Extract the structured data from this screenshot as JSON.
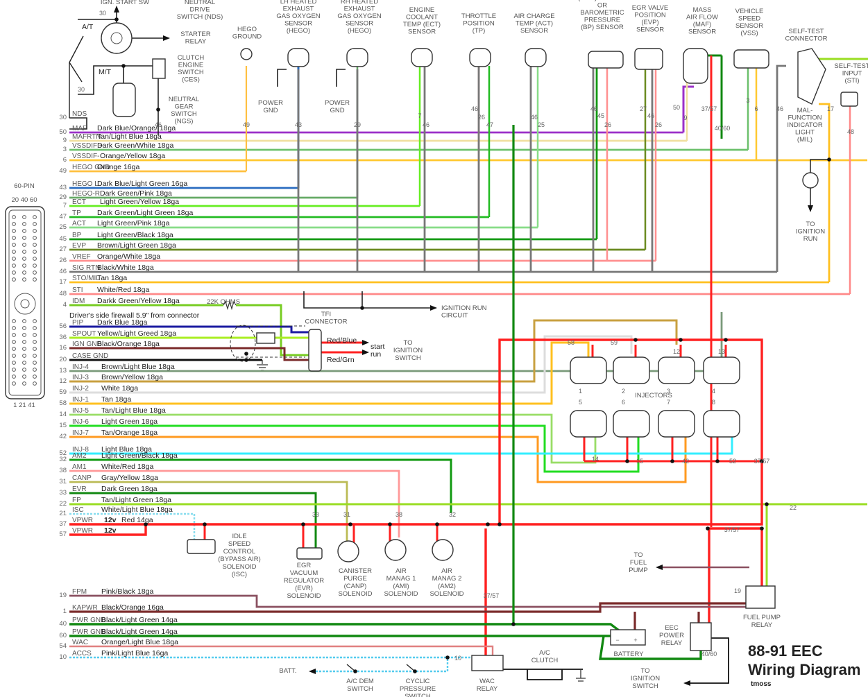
{
  "title": {
    "line1": "88-91 EEC",
    "line2": "Wiring Diagram",
    "author": "tmoss"
  },
  "ecu_connector": {
    "label": "60-PIN",
    "top_pins": "20  40  60",
    "bottom_pins": "1  21  41"
  },
  "top_components": [
    {
      "id": "ign-start-sw",
      "lines": [
        "IGN. START SW"
      ]
    },
    {
      "id": "nds",
      "lines": [
        "NEUTRAL",
        "DRIVE",
        "SWITCH (NDS)"
      ]
    },
    {
      "id": "starter-relay",
      "lines": [
        "STARTER",
        "RELAY"
      ]
    },
    {
      "id": "ces",
      "lines": [
        "CLUTCH",
        "ENGINE",
        "SWITCH",
        "(CES)"
      ]
    },
    {
      "id": "ngs",
      "lines": [
        "NEUTRAL",
        "GEAR",
        "SWITCH",
        "(NGS)"
      ]
    },
    {
      "id": "hego-ground",
      "lines": [
        "HEGO",
        "GROUND"
      ]
    },
    {
      "id": "lh-hego",
      "lines": [
        "LH HEATED",
        "EXHAUST",
        "GAS OXYGEN",
        "SENSOR",
        "(HEGO)"
      ]
    },
    {
      "id": "rh-hego",
      "lines": [
        "RH HEATED",
        "EXHAUST",
        "GAS OXYGEN",
        "SENSOR",
        "(HEGO)"
      ]
    },
    {
      "id": "ect",
      "lines": [
        "ENGINE",
        "COOLANT",
        "TEMP (ECT)",
        "SENSOR"
      ]
    },
    {
      "id": "tp",
      "lines": [
        "THROTTLE",
        "POSITION",
        "(TP)"
      ]
    },
    {
      "id": "act",
      "lines": [
        "AIR CHARGE",
        "TEMP (ACT)",
        "SENSOR"
      ]
    },
    {
      "id": "map-bp",
      "lines": [
        "(MAP) SENSOR",
        "OR",
        "BAROMETRIC",
        "PRESSURE",
        "(BP) SENSOR"
      ]
    },
    {
      "id": "evp",
      "lines": [
        "EGR VALVE",
        "POSITION",
        "(EVP)",
        "SENSOR"
      ]
    },
    {
      "id": "maf",
      "lines": [
        "MASS",
        "AIR FLOW",
        "(MAF)",
        "SENSOR"
      ]
    },
    {
      "id": "vss",
      "lines": [
        "VEHICLE",
        "SPEED",
        "SENSOR",
        "(VSS)"
      ]
    },
    {
      "id": "self-test",
      "lines": [
        "SELF-TEST",
        "CONNECTOR"
      ]
    },
    {
      "id": "sti",
      "lines": [
        "SELF-TEST",
        "INPUT",
        "(STI)"
      ]
    }
  ],
  "labels": {
    "at": "A/T",
    "mt": "M/T",
    "power_gnd": [
      "POWER",
      "GND"
    ],
    "mil": [
      "MAL-",
      "FUNCTION",
      "INDICATOR",
      "LIGHT",
      "(MIL)"
    ],
    "to_ign_run": [
      "TO",
      "IGNITION",
      "RUN"
    ],
    "ign_run_circuit": [
      "IGNITION RUN",
      "CIRCUIT"
    ],
    "resistor": "22K OHMS",
    "firewall_note": "Driver's side firewall 5.9\" from connector",
    "tfi": [
      "TFI",
      "CONNECTOR"
    ],
    "red_blue": "Red/Blue",
    "red_grn": "Red/Grn",
    "start": "start",
    "run": "run",
    "to_ign_switch": [
      "TO",
      "IGNITION",
      "SWITCH"
    ],
    "injectors": "INJECTORS",
    "isc": [
      "IDLE",
      "SPEED",
      "CONTROL",
      "(BYPASS AIR)",
      "SOLENOID",
      "(ISC)"
    ],
    "evr": [
      "EGR",
      "VACUUM",
      "REGULATOR",
      "(EVR)",
      "SOLENOID"
    ],
    "canp": [
      "CANISTER",
      "PURGE",
      "(CANP)",
      "SOLENOID"
    ],
    "am1": [
      "AIR",
      "MANAG 1",
      "(AMI)",
      "SOLENOID"
    ],
    "am2": [
      "AIR",
      "MANAG 2",
      "(AM2)",
      "SOLENOID"
    ],
    "to_fuel_pump": [
      "TO",
      "FUEL",
      "PUMP"
    ],
    "fuel_pump_relay": [
      "FUEL PUMP",
      "RELAY"
    ],
    "eec_power_relay": [
      "EEC",
      "POWER",
      "RELAY"
    ],
    "battery": "BATTERY",
    "batt": "BATT.",
    "ac_dem": [
      "A/C DEM",
      "SWITCH"
    ],
    "cyclic": [
      "CYCLIC",
      "PRESSURE",
      "SWITCH"
    ],
    "wac_relay": [
      "WAC",
      "RELAY"
    ],
    "ac_clutch": [
      "A/C",
      "CLUTCH"
    ]
  },
  "wires": [
    {
      "pin": "30",
      "name": "NDS",
      "desc": "",
      "color": "#222222"
    },
    {
      "pin": "50",
      "name": "MAF",
      "desc": "Dark Blue/Orange/ 18ga",
      "color": "#9b30c8"
    },
    {
      "pin": "9",
      "name": "MAFRTN",
      "desc": "Tan/Light Blue 18ga",
      "color": "#f0e0a0"
    },
    {
      "pin": "3",
      "name": "VSSDIF +",
      "desc": "Dark Green/White 18ga",
      "color": "#6cc06c"
    },
    {
      "pin": "6",
      "name": "VSSDIF-",
      "desc": "Orange/Yellow 18ga",
      "color": "#ffc830"
    },
    {
      "pin": "49",
      "name": "HEGO GND",
      "desc": "Orange  16ga",
      "color": "#ffc040"
    },
    {
      "pin": "43",
      "name": "HEGO L",
      "desc": "Dark Blue/Light Green 16ga",
      "color": "#2a6cc0"
    },
    {
      "pin": "29",
      "name": "HEGO-R",
      "desc": "Dark Green/Pink 18ga",
      "color": "#66aa66"
    },
    {
      "pin": "7",
      "name": "ECT",
      "desc": "Light Green/Yellow 18ga",
      "color": "#66ee22"
    },
    {
      "pin": "47",
      "name": "TP",
      "desc": "Dark Green/Light Green 18ga",
      "color": "#22bb22"
    },
    {
      "pin": "25",
      "name": "ACT",
      "desc": "Light Green/Pink 18ga",
      "color": "#88dd88"
    },
    {
      "pin": "45",
      "name": "BP",
      "desc": "Light Green/Black 18ga",
      "color": "#119911"
    },
    {
      "pin": "27",
      "name": "EVP",
      "desc": "Brown/Light Green 18ga",
      "color": "#6a8a20"
    },
    {
      "pin": "26",
      "name": "VREF",
      "desc": "Orange/White 18ga",
      "color": "#ff9090"
    },
    {
      "pin": "46",
      "name": "SIG RTN",
      "desc": "Black/White  18ga",
      "color": "#777777"
    },
    {
      "pin": "17",
      "name": "STO/MIL",
      "desc": "Tan 18ga",
      "color": "#ffc020"
    },
    {
      "pin": "48",
      "name": "STI",
      "desc": "White/Red 18ga",
      "color": "#ff8888"
    },
    {
      "pin": "4",
      "name": "IDM",
      "desc": "Darkk Green/Yellow 18ga",
      "color": "#77cc22"
    },
    {
      "pin": "56",
      "name": "PIP",
      "desc": "Dark Blue 18ga",
      "color": "#1a1aa0"
    },
    {
      "pin": "36",
      "name": "SPOUT",
      "desc": "Yellow/Light Greed 18ga",
      "color": "#aaee22"
    },
    {
      "pin": "16",
      "name": "IGN GND",
      "desc": "Black/Orange  18ga",
      "color": "#7a2a2a"
    },
    {
      "pin": "20",
      "name": "CASE GND",
      "desc": "",
      "color": "#111111"
    },
    {
      "pin": "13",
      "name": "INJ-4",
      "desc": "Brown/Light Blue 18ga",
      "color": "#7a9a7a"
    },
    {
      "pin": "12",
      "name": "INJ-3",
      "desc": "Brown/Yellow 18ga",
      "color": "#c8a040"
    },
    {
      "pin": "59",
      "name": "INJ-2",
      "desc": "White 18ga",
      "color": "#dddddd"
    },
    {
      "pin": "58",
      "name": "INJ-1",
      "desc": "Tan 18ga",
      "color": "#ffc020"
    },
    {
      "pin": "14",
      "name": "INJ-5",
      "desc": "Tan/Light Blue 18ga",
      "color": "#99dd66"
    },
    {
      "pin": "15",
      "name": "INJ-6",
      "desc": "Light Green 18ga",
      "color": "#22dd22"
    },
    {
      "pin": "42",
      "name": "INJ-7",
      "desc": "Tan/Orange 18ga",
      "color": "#ff9a20"
    },
    {
      "pin": "52",
      "name": "INJ-8",
      "desc": "Light Blue 18ga",
      "color": "#33eeff"
    },
    {
      "pin": "32",
      "name": "AM2",
      "desc": "Light Green/Black 18ga",
      "color": "#119911"
    },
    {
      "pin": "38",
      "name": "AM1",
      "desc": "White/Red 18ga",
      "color": "#ff9999"
    },
    {
      "pin": "31",
      "name": "CANP",
      "desc": "Gray/Yellow 18ga",
      "color": "#bbbb55"
    },
    {
      "pin": "33",
      "name": "EVR",
      "desc": "Dark Green 18ga",
      "color": "#118811"
    },
    {
      "pin": "22",
      "name": "FP",
      "desc": "Tan/Light Green 18ga",
      "color": "#99dd22"
    },
    {
      "pin": "21",
      "name": "ISC",
      "desc": "White/Light Blue 18ga",
      "color": "#88ddee"
    },
    {
      "pin": "37",
      "name": "VPWR",
      "desc": "12v  Red 14ga",
      "color": "#ff2020"
    },
    {
      "pin": "57",
      "name": "VPWR",
      "desc": "12v",
      "color": "#ff2020"
    },
    {
      "pin": "",
      "name": "",
      "desc": "Red 14ga",
      "color": "#ff2020"
    },
    {
      "pin": "19",
      "name": "FPM",
      "desc": "Pink/Black 18ga",
      "color": "#8a5060"
    },
    {
      "pin": "1",
      "name": "KAPWR",
      "desc": "Black/Orange 16ga",
      "color": "#7a2a2a"
    },
    {
      "pin": "40",
      "name": "PWR GND",
      "desc": "Black/Light Green 14ga",
      "color": "#118811"
    },
    {
      "pin": "60",
      "name": "PWR GND",
      "desc": "Black/Light Green 14ga",
      "color": "#118811"
    },
    {
      "pin": "54",
      "name": "WAC",
      "desc": "Orange/Light Blue 18ga",
      "color": "#e08080"
    },
    {
      "pin": "10",
      "name": "ACCS",
      "desc": "Pink/Light Blue 16ga",
      "color": "#55ccee"
    }
  ],
  "sensor_pins": {
    "ngs": "46",
    "hego_gnd": "49",
    "lh_hego": "43",
    "rh_hego": "29",
    "ect": [
      "7",
      "46"
    ],
    "tp": [
      "46",
      "26",
      "47"
    ],
    "act": [
      "46",
      "25"
    ],
    "bp": [
      "46",
      "45",
      "26"
    ],
    "evp": [
      "27",
      "46",
      "26"
    ],
    "maf": [
      "50",
      "9",
      "37/57",
      "40/60"
    ],
    "vss": [
      "3",
      "6"
    ],
    "self_test": [
      "46",
      "17"
    ],
    "sti": "48"
  },
  "injector_numbers": [
    "1",
    "2",
    "3",
    "4",
    "5",
    "6",
    "7",
    "8"
  ],
  "injector_pins": [
    "58",
    "59",
    "12",
    "13",
    "14",
    "15",
    "42",
    "52"
  ],
  "solenoid_pins": {
    "evr": "33",
    "canp": "31",
    "am1": "38",
    "am2": "32"
  },
  "misc_pins": {
    "vpwr": "37/57",
    "fp": "22",
    "pwr_gnd": "40/60",
    "fpm": "19",
    "accs": "10"
  }
}
